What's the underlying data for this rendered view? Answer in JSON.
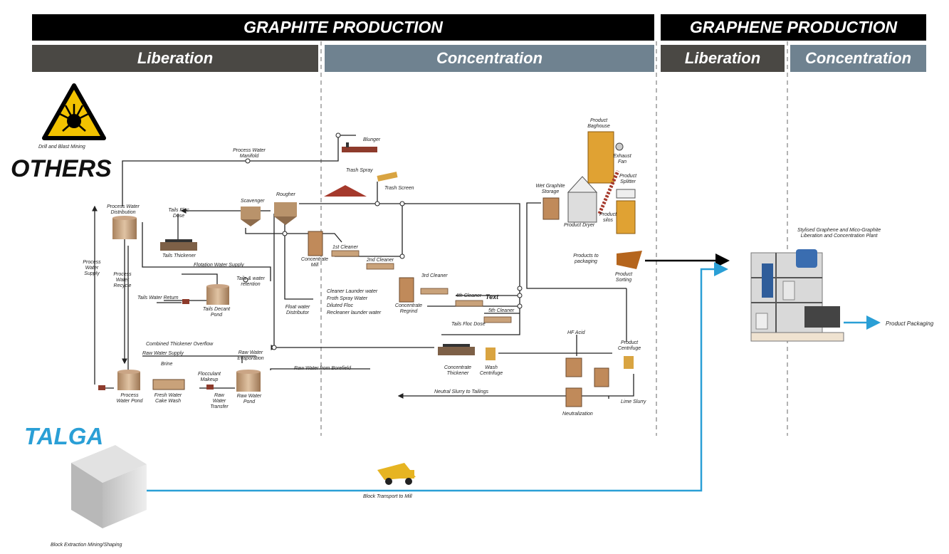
{
  "headers": {
    "graphite_production": "GRAPHITE PRODUCTION",
    "graphene_production": "GRAPHENE PRODUCTION",
    "graphite_liberation": "Liberation",
    "graphite_concentration": "Concentration",
    "graphene_liberation": "Liberation",
    "graphene_concentration": "Concentration"
  },
  "sections": {
    "others": "OTHERS",
    "talga": "TALGA",
    "drill_blast": "Drill and Blast Mining",
    "block_extraction": "Block Extraction Mining/Shaping",
    "block_transport": "Block Transport to Mill",
    "plant_caption_line1": "Stylised Graphene and Mico-Graphite",
    "plant_caption_line2": "Liberation and Concentration Plant",
    "product_packaging": "Product Packaging"
  },
  "labels": {
    "process_water_manifold": "Process Water Manifold",
    "blunger": "Blunger",
    "trash_spray": "Trash Spray",
    "trash_screen": "Trash Screen",
    "process_water_distribution": "Process Water Distribution",
    "tails_floc_dose": "Tails Floc Dose",
    "scavenger": "Scavenger",
    "rougher": "Rougher",
    "tails_thickener": "Tails Thickener",
    "flotation_water_supply": "Flotation Water Supply",
    "concentrate_mill": "Concentrate Mill",
    "first_cleaner": "1st Cleaner",
    "second_cleaner": "2nd Cleaner",
    "third_cleaner": "3rd Cleaner",
    "fourth_cleaner": "4th Cleaner",
    "fifth_cleaner": "5th Cleaner",
    "text_label": "Text",
    "concentrate_regrind": "Concentrate Regrind",
    "tails_floc_dose_2": "Tails Floc Dose",
    "process_water_supply": "Process Water Supply",
    "process_water_recycle": "Process Water Recycle",
    "tails_water_retention": "Tails & water retention",
    "tails_water_return": "Tails Water Return",
    "tails_decant_pond": "Tails Decant Pond",
    "float_water_distributor": "Float water Distributor",
    "cleaner_launder_water": "Cleaner Launder water",
    "froth_spray_water": "Froth Spray Water",
    "diluted_floc": "Diluted Floc",
    "recleaner_launder_water": "Recleaner launder water",
    "combined_thickener_overflow": "Combined Thickener Overflow",
    "raw_water_supply": "Raw Water Supply",
    "brine": "Brine",
    "raw_water_evaporation": "Raw Water Evaporation",
    "raw_water_from_borefield": "Raw Water from Borefield",
    "flocculant_makeup": "Flocculant Makeup",
    "process_water_pond": "Process Water Pond",
    "fresh_water_cake_wash": "Fresh Water Cake Wash",
    "raw_water_transfer": "Raw Water Transfer",
    "raw_water_pond": "Raw Water Pond",
    "concentrate_thickener": "Concentrate Thickener",
    "wash_centrifuge": "Wash Centrifuge",
    "neutral_slurry_to_tailings": "Neutral Slurry to Tailings",
    "hf_acid": "HF Acid",
    "product_centrifuge": "Product Centrifuge",
    "lime_slurry": "Lime Slurry",
    "neutralization": "Neutralization",
    "wet_graphite_storage": "Wet Graphite Storage",
    "product_dryer": "Product Dryer",
    "product_baghouse": "Product Baghouse",
    "exhaust_fan": "Exhaust Fan",
    "product_splitter": "Product Splitter",
    "product_silos": "Product silos",
    "products_to_packaging": "Products to packaging",
    "product_sorting": "Product Sorting"
  },
  "colors": {
    "black_header": "#000000",
    "liberation_header": "#4a4844",
    "concentration_header": "#6f8290",
    "talga_blue": "#2a9fd6",
    "line_color": "#222222",
    "equipment_tan": "#c9a27a",
    "equipment_rust": "#8e3b2c",
    "equipment_yellow": "#d9a441"
  },
  "icons": [
    "explosion-warning-icon",
    "mining-truck-icon",
    "stone-block-icon",
    "graphene-plant-icon"
  ]
}
